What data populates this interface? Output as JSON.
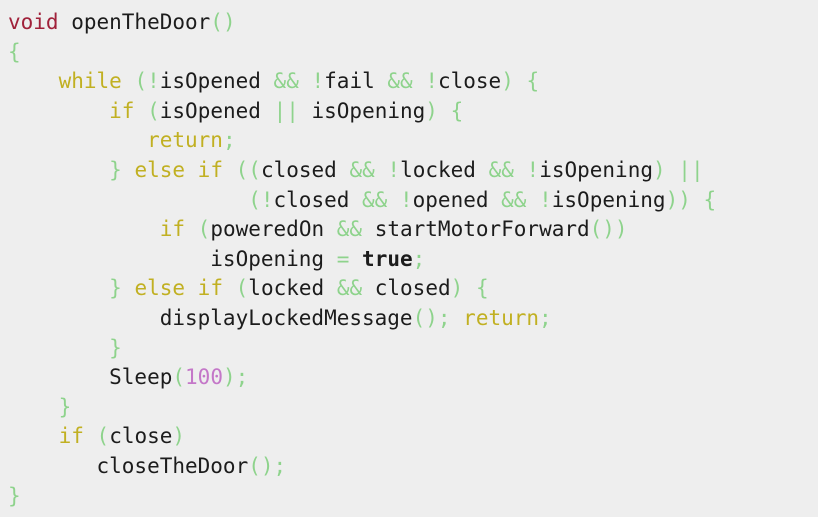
{
  "colors": {
    "background": "#eeeeee",
    "keyword": "#c1b022",
    "type": "#a0213a",
    "punctuation": "#8ed38c",
    "number": "#c477c8",
    "text": "#1c1c1c"
  },
  "code": {
    "lines": [
      [
        [
          "type",
          "void"
        ],
        [
          "plain",
          " openTheDoor"
        ],
        [
          "punc",
          "()"
        ]
      ],
      [
        [
          "punc",
          "{"
        ]
      ],
      [
        [
          "plain",
          "    "
        ],
        [
          "kw",
          "while"
        ],
        [
          "plain",
          " "
        ],
        [
          "punc",
          "(!"
        ],
        [
          "plain",
          "isOpened "
        ],
        [
          "punc",
          "&&"
        ],
        [
          "plain",
          " "
        ],
        [
          "punc",
          "!"
        ],
        [
          "plain",
          "fail "
        ],
        [
          "punc",
          "&&"
        ],
        [
          "plain",
          " "
        ],
        [
          "punc",
          "!"
        ],
        [
          "plain",
          "close"
        ],
        [
          "punc",
          ")"
        ],
        [
          "plain",
          " "
        ],
        [
          "punc",
          "{"
        ]
      ],
      [
        [
          "plain",
          "        "
        ],
        [
          "kw",
          "if"
        ],
        [
          "plain",
          " "
        ],
        [
          "punc",
          "("
        ],
        [
          "plain",
          "isOpened "
        ],
        [
          "punc",
          "||"
        ],
        [
          "plain",
          " isOpening"
        ],
        [
          "punc",
          ")"
        ],
        [
          "plain",
          " "
        ],
        [
          "punc",
          "{"
        ]
      ],
      [
        [
          "plain",
          "           "
        ],
        [
          "kw",
          "return"
        ],
        [
          "punc",
          ";"
        ]
      ],
      [
        [
          "plain",
          "        "
        ],
        [
          "punc",
          "}"
        ],
        [
          "plain",
          " "
        ],
        [
          "kw",
          "else if"
        ],
        [
          "plain",
          " "
        ],
        [
          "punc",
          "(("
        ],
        [
          "plain",
          "closed "
        ],
        [
          "punc",
          "&&"
        ],
        [
          "plain",
          " "
        ],
        [
          "punc",
          "!"
        ],
        [
          "plain",
          "locked "
        ],
        [
          "punc",
          "&&"
        ],
        [
          "plain",
          " "
        ],
        [
          "punc",
          "!"
        ],
        [
          "plain",
          "isOpening"
        ],
        [
          "punc",
          ")"
        ],
        [
          "plain",
          " "
        ],
        [
          "punc",
          "||"
        ]
      ],
      [
        [
          "plain",
          "                   "
        ],
        [
          "punc",
          "(!"
        ],
        [
          "plain",
          "closed "
        ],
        [
          "punc",
          "&&"
        ],
        [
          "plain",
          " "
        ],
        [
          "punc",
          "!"
        ],
        [
          "plain",
          "opened "
        ],
        [
          "punc",
          "&&"
        ],
        [
          "plain",
          " "
        ],
        [
          "punc",
          "!"
        ],
        [
          "plain",
          "isOpening"
        ],
        [
          "punc",
          "))"
        ],
        [
          "plain",
          " "
        ],
        [
          "punc",
          "{"
        ]
      ],
      [
        [
          "plain",
          "            "
        ],
        [
          "kw",
          "if"
        ],
        [
          "plain",
          " "
        ],
        [
          "punc",
          "("
        ],
        [
          "plain",
          "poweredOn "
        ],
        [
          "punc",
          "&&"
        ],
        [
          "plain",
          " startMotorForward"
        ],
        [
          "punc",
          "())"
        ]
      ],
      [
        [
          "plain",
          "                isOpening "
        ],
        [
          "punc",
          "="
        ],
        [
          "plain",
          " "
        ],
        [
          "bold",
          "true"
        ],
        [
          "punc",
          ";"
        ]
      ],
      [
        [
          "plain",
          "        "
        ],
        [
          "punc",
          "}"
        ],
        [
          "plain",
          " "
        ],
        [
          "kw",
          "else if"
        ],
        [
          "plain",
          " "
        ],
        [
          "punc",
          "("
        ],
        [
          "plain",
          "locked "
        ],
        [
          "punc",
          "&&"
        ],
        [
          "plain",
          " closed"
        ],
        [
          "punc",
          ")"
        ],
        [
          "plain",
          " "
        ],
        [
          "punc",
          "{"
        ]
      ],
      [
        [
          "plain",
          "            displayLockedMessage"
        ],
        [
          "punc",
          "();"
        ],
        [
          "plain",
          " "
        ],
        [
          "kw",
          "return"
        ],
        [
          "punc",
          ";"
        ]
      ],
      [
        [
          "plain",
          "        "
        ],
        [
          "punc",
          "}"
        ]
      ],
      [
        [
          "plain",
          "        Sleep"
        ],
        [
          "punc",
          "("
        ],
        [
          "num",
          "100"
        ],
        [
          "punc",
          ");"
        ]
      ],
      [
        [
          "plain",
          "    "
        ],
        [
          "punc",
          "}"
        ]
      ],
      [
        [
          "plain",
          "    "
        ],
        [
          "kw",
          "if"
        ],
        [
          "plain",
          " "
        ],
        [
          "punc",
          "("
        ],
        [
          "plain",
          "close"
        ],
        [
          "punc",
          ")"
        ]
      ],
      [
        [
          "plain",
          "       closeTheDoor"
        ],
        [
          "punc",
          "();"
        ]
      ],
      [
        [
          "punc",
          "}"
        ]
      ]
    ]
  }
}
